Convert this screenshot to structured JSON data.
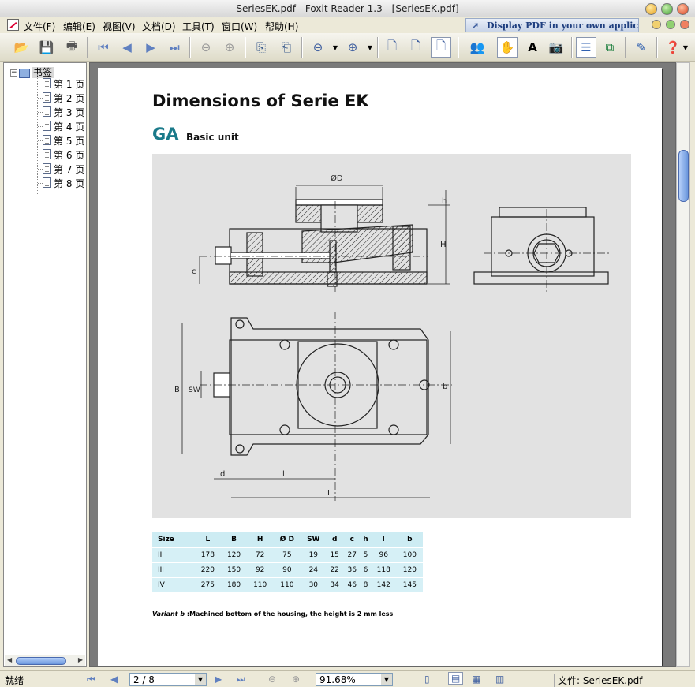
{
  "window": {
    "title": "SeriesEK.pdf - Foxit Reader 1.3 - [SeriesEK.pdf]"
  },
  "menu": [
    "文件(F)",
    "编辑(E)",
    "视图(V)",
    "文档(D)",
    "工具(T)",
    "窗口(W)",
    "帮助(H)"
  ],
  "ad": {
    "text": "Display PDF in your own applications"
  },
  "toolbar": {
    "icons": [
      "open-icon",
      "save-icon",
      "print-icon",
      "first-page-icon",
      "prev-page-icon",
      "next-page-icon",
      "last-page-icon",
      "back-icon",
      "forward-icon",
      "rotate-left-icon",
      "rotate-right-icon",
      "zoom-out-icon",
      "zoom-in-icon",
      "actual-size-icon",
      "fit-page-icon",
      "fit-width-icon",
      "find-icon",
      "hand-icon",
      "select-text-icon",
      "snapshot-icon",
      "bookmarks-icon",
      "thumbnail-icon",
      "annotate-icon",
      "help-icon"
    ]
  },
  "sidebar": {
    "root": "书签",
    "items": [
      "第 1 页",
      "第 2 页",
      "第 3 页",
      "第 4 页",
      "第 5 页",
      "第 6 页",
      "第 7 页",
      "第 8 页"
    ]
  },
  "doc": {
    "title": "Dimensions of Serie EK",
    "section": "GA",
    "section_sub": "Basic unit",
    "drawing_labels": {
      "od": "ØD",
      "h": "h",
      "H": "H",
      "c": "c",
      "B": "B",
      "SW": "SW",
      "b": "b",
      "d": "d",
      "l": "l",
      "L": "L"
    },
    "table": {
      "headers": [
        "Size",
        "L",
        "B",
        "H",
        "Ø D",
        "SW",
        "d",
        "c",
        "h",
        "l",
        "b"
      ],
      "rows": [
        [
          "II",
          "178",
          "120",
          "72",
          "75",
          "19",
          "15",
          "27",
          "5",
          "96",
          "100"
        ],
        [
          "III",
          "220",
          "150",
          "92",
          "90",
          "24",
          "22",
          "36",
          "6",
          "118",
          "120"
        ],
        [
          "IV",
          "275",
          "180",
          "110",
          "110",
          "30",
          "34",
          "46",
          "8",
          "142",
          "145"
        ]
      ]
    },
    "variant_label": "Variant b",
    "variant_text": ":Machined bottom of the housing, the height is 2 mm less"
  },
  "status": {
    "ready": "就绪",
    "page": "2 / 8",
    "zoom": "91.68%",
    "file": "文件: SeriesEK.pdf"
  }
}
